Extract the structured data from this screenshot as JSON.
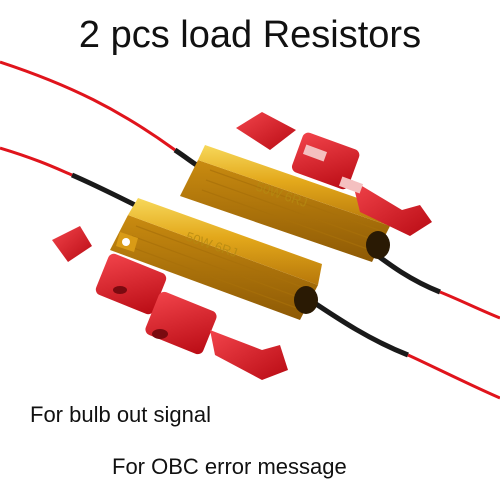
{
  "title": "2 pcs load Resistors",
  "captions": {
    "bulb_out": "For bulb out signal",
    "obc_error": "For OBC error message"
  },
  "resistor_markings": [
    "50W 6RJ",
    "50W 6RJ"
  ],
  "colors": {
    "wire": "#e0141c",
    "heat_shrink": "#1a1a1a",
    "resistor_body": "#e6ad1c",
    "connector": "#d8101c"
  }
}
